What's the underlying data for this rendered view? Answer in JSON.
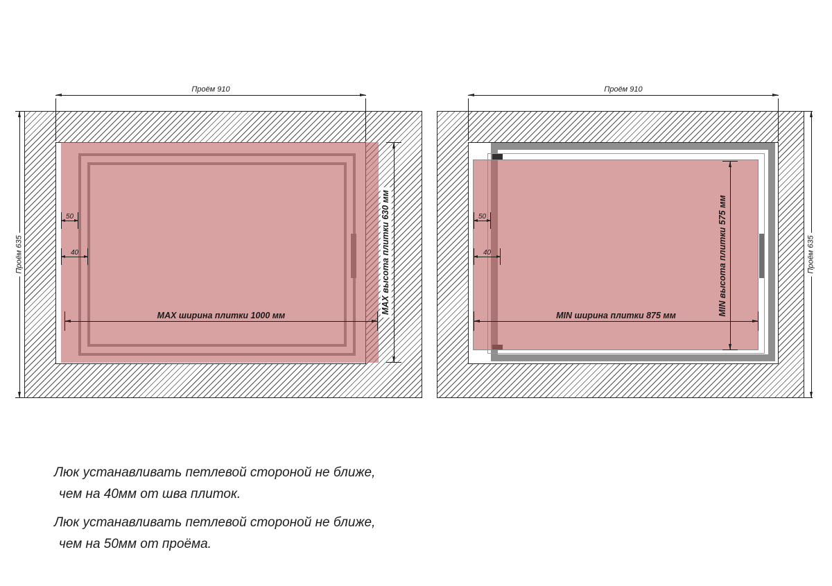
{
  "colors": {
    "tile_pink": "#D8A2A2",
    "frame_gray": "#8F8F8F",
    "line": "#1F1F1F",
    "hatch": "#4F4F4F"
  },
  "diagram_left": {
    "opening_width": "Проём 910",
    "opening_height": "Проём 635",
    "tile_width": "MAX ширина плитки 1000 мм",
    "tile_height": "MAX высота плитки 630 мм",
    "offset_50": "50",
    "offset_40": "40"
  },
  "diagram_right": {
    "opening_width": "Проём 910",
    "opening_height": "Проём 635",
    "tile_width": "MIN ширина плитки 875 мм",
    "tile_height": "MIN высота плитки 575 мм",
    "offset_50": "50",
    "offset_40": "40"
  },
  "notes": [
    {
      "line1": "Люк устанавливать петлевой стороной не ближе,",
      "line2": "чем на 40мм от шва плиток."
    },
    {
      "line1": "Люк устанавливать петлевой стороной не ближе,",
      "line2": "чем на 50мм от проёма."
    }
  ]
}
